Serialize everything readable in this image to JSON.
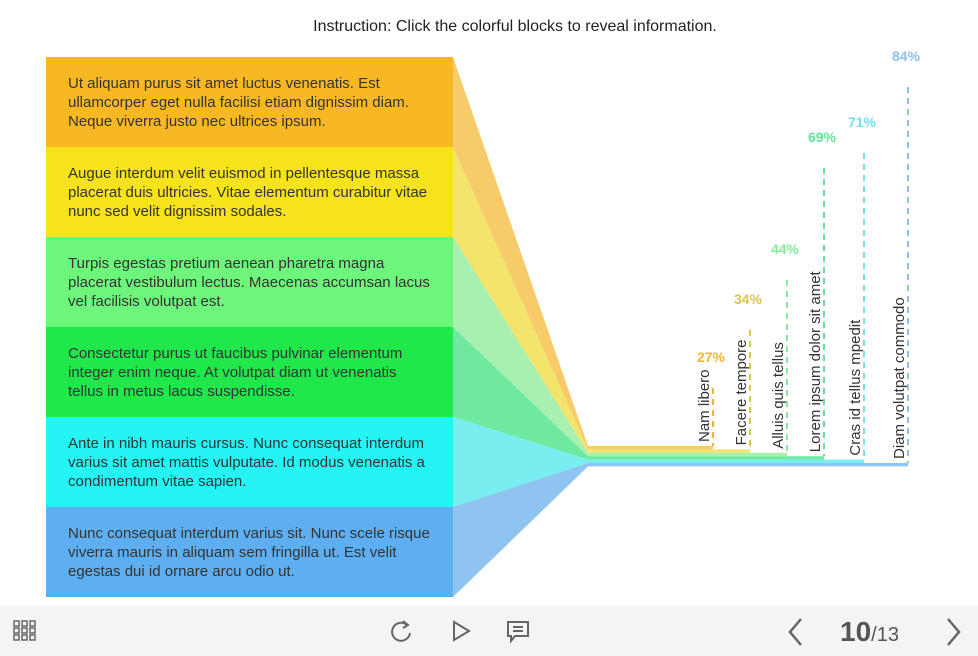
{
  "instruction": "Instruction: Click the colorful blocks to reveal information.",
  "blocks": [
    {
      "text": "Ut aliquam purus sit amet luctus venenatis. Est ullamcorper eget nulla facilisi etiam dignissim diam. Neque viverra justo nec ultrices ipsum.",
      "color": "#f8b823",
      "funnel": "#f8cb6a"
    },
    {
      "text": "Augue interdum velit euismod in pellentesque massa placerat duis ultricies. Vitae elementum curabitur vitae nunc sed velit dignissim sodales.",
      "color": "#f7e31c",
      "funnel": "#f3e46b"
    },
    {
      "text": "Turpis egestas pretium aenean pharetra magna placerat vestibulum lectus. Maecenas accumsan lacus vel facilisis volutpat est.",
      "color": "#6ef57b",
      "funnel": "#a8f0b0"
    },
    {
      "text": "Consectetur purus ut faucibus pulvinar elementum integer enim neque. At volutpat diam ut venenatis tellus in metus lacus suspendisse.",
      "color": "#20e84b",
      "funnel": "#6fe9a0"
    },
    {
      "text": "Ante in nibh mauris cursus. Nunc consequat interdum varius sit amet mattis vulputate. Id modus venenatis a condimentum vitae sapien.",
      "color": "#25f4f5",
      "funnel": "#78eef0"
    },
    {
      "text": "Nunc consequat interdum varius sit. Nunc scele risque viverra mauris in aliquam sem fringilla ut. Est velit egestas dui id ornare arcu odio ut.",
      "color": "#5eaff1",
      "funnel": "#8fc3f0"
    }
  ],
  "chart_data": {
    "type": "bar",
    "categories": [
      "Nam libero",
      "Facere tempore",
      "Alluis quis tellus",
      "Lorem ipsum dolor sit amet",
      "Cras id tellus mpedit",
      "Diam volutpat commodo"
    ],
    "values": [
      27,
      34,
      44,
      69,
      71,
      84
    ],
    "value_labels": [
      "27%",
      "34%",
      "44%",
      "69%",
      "71%",
      "84%"
    ],
    "colors": [
      "#f2b535",
      "#d9c84a",
      "#86ec9a",
      "#63e29a",
      "#6fe3ee",
      "#8fc0ea"
    ]
  },
  "footer": {
    "page_current": "10",
    "page_total": "/13"
  },
  "icons": [
    "menu-grid-icon",
    "replay-icon",
    "play-icon",
    "comment-icon",
    "prev-icon",
    "next-icon"
  ]
}
